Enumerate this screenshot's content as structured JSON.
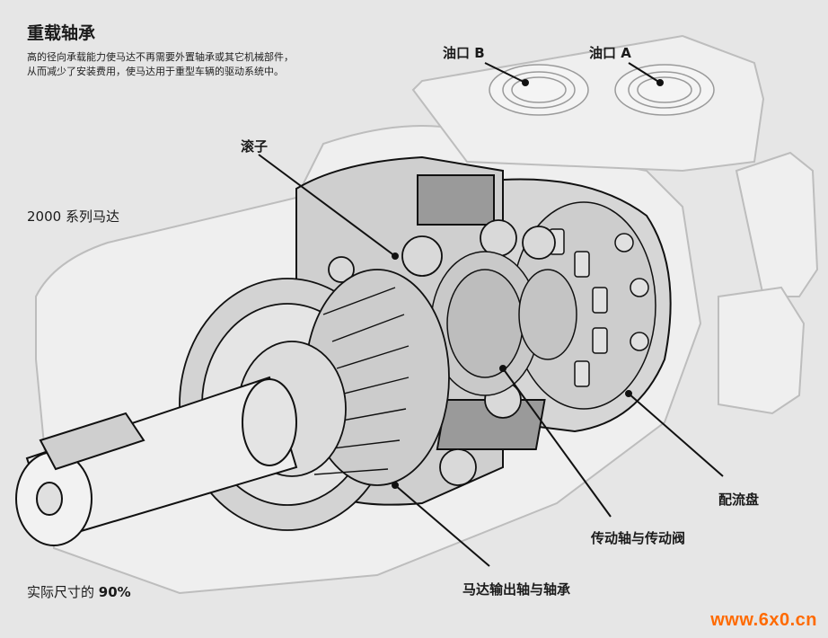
{
  "title": "重载轴承",
  "description_lines": [
    "高的径向承载能力使马达不再需要外置轴承或其它机械部件，",
    "从而减少了安装费用，使马达用于重型车辆的驱动系统中。"
  ],
  "series_label": "2000 系列马达",
  "labels": {
    "port_b": "油口 B",
    "port_a": "油口 A",
    "roller": "滚子",
    "valve_plate": "配流盘",
    "drive_shaft_valve": "传动轴与传动阀",
    "output_shaft_bearing": "马达输出轴与轴承"
  },
  "scale": {
    "prefix": "实际尺寸的",
    "value": "90%"
  },
  "watermark": "www.6x0.cn",
  "colors": {
    "background": "#e6e6e6",
    "watermark": "#ff6a00",
    "outline": "#111111"
  }
}
